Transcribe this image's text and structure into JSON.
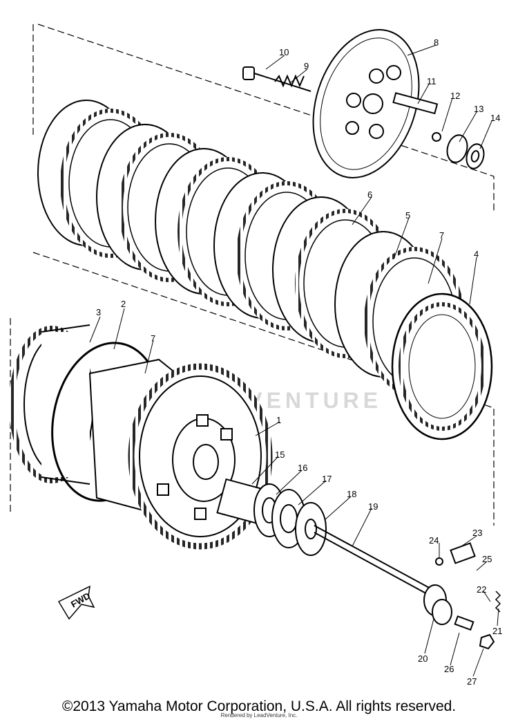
{
  "diagram": {
    "callouts": [
      "1",
      "2",
      "3",
      "4",
      "5",
      "6",
      "7",
      "7",
      "8",
      "9",
      "10",
      "11",
      "12",
      "13",
      "14",
      "15",
      "16",
      "17",
      "18",
      "19",
      "20",
      "21",
      "22",
      "23",
      "24",
      "25",
      "26",
      "27"
    ],
    "fwd_label": "FWD",
    "watermark": "ADVENTURE"
  },
  "footer": {
    "copyright": "©2013 Yamaha Motor Corporation, U.S.A. All rights reserved.",
    "rendered_by": "Rendered by LeadVenture, Inc."
  },
  "colors": {
    "ink": "#000000",
    "paper": "#ffffff",
    "watermark": "#d8d8d8"
  }
}
